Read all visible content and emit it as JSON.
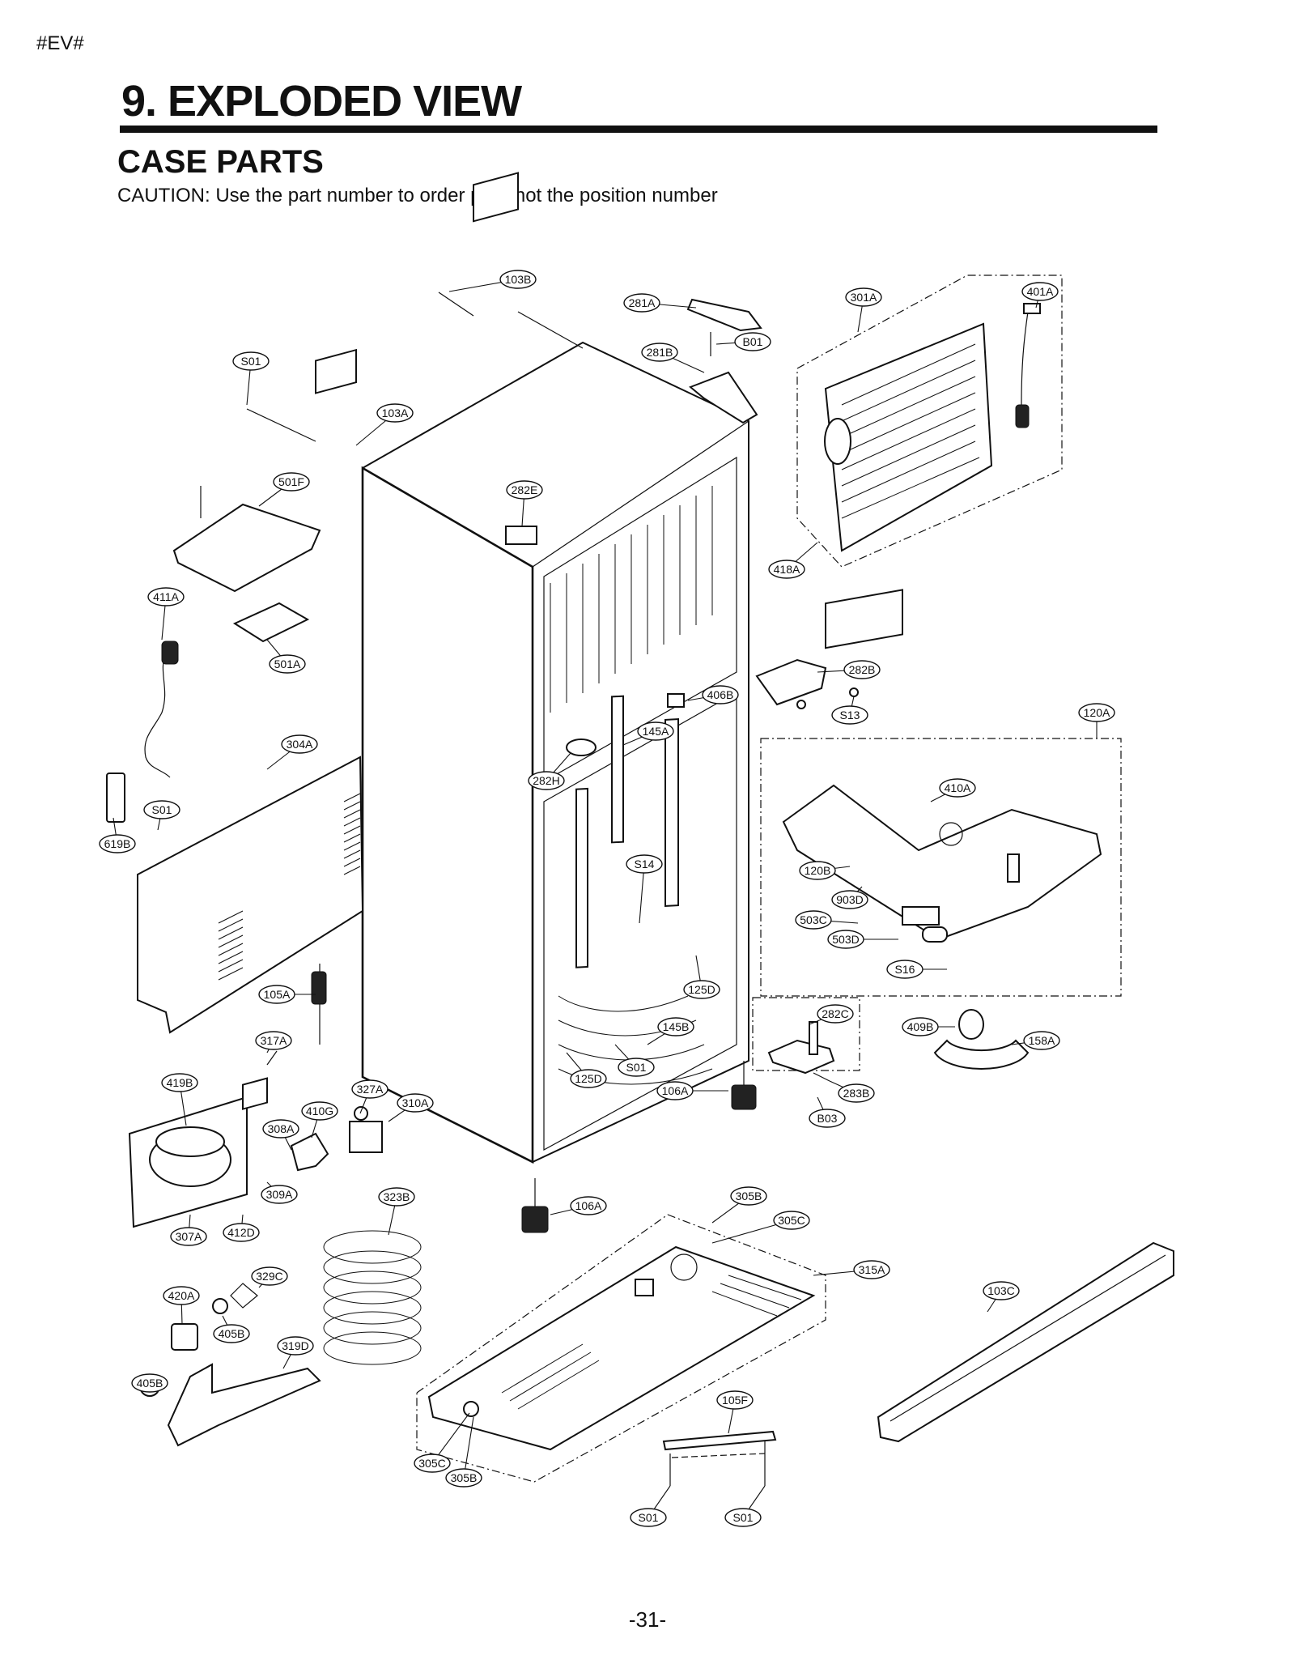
{
  "header_tag": "#EV#",
  "title": "9. EXPLODED VIEW",
  "subtitle": "CASE PARTS",
  "caution": "CAUTION: Use the part number to order part, not the position number",
  "page_number": "-31-",
  "part_labels": [
    "103B",
    "281A",
    "301A",
    "401A",
    "B01",
    "281B",
    "S01",
    "103A",
    "501F",
    "282E",
    "418A",
    "411A",
    "501A",
    "282B",
    "406B",
    "S13",
    "120A",
    "304A",
    "145A",
    "410A",
    "282H",
    "S01",
    "619B",
    "S14",
    "120B",
    "903D",
    "503C",
    "503D",
    "S16",
    "105A",
    "125D",
    "282C",
    "409B",
    "158A",
    "317A",
    "145B",
    "S01",
    "125D",
    "106A",
    "283B",
    "419B",
    "327A",
    "410G",
    "310A",
    "B03",
    "308A",
    "309A",
    "323B",
    "106A",
    "305B",
    "305C",
    "307A",
    "412D",
    "315A",
    "329C",
    "420A",
    "103C",
    "405B",
    "319D",
    "405B",
    "105F",
    "305C",
    "305B",
    "S01",
    "S01"
  ]
}
